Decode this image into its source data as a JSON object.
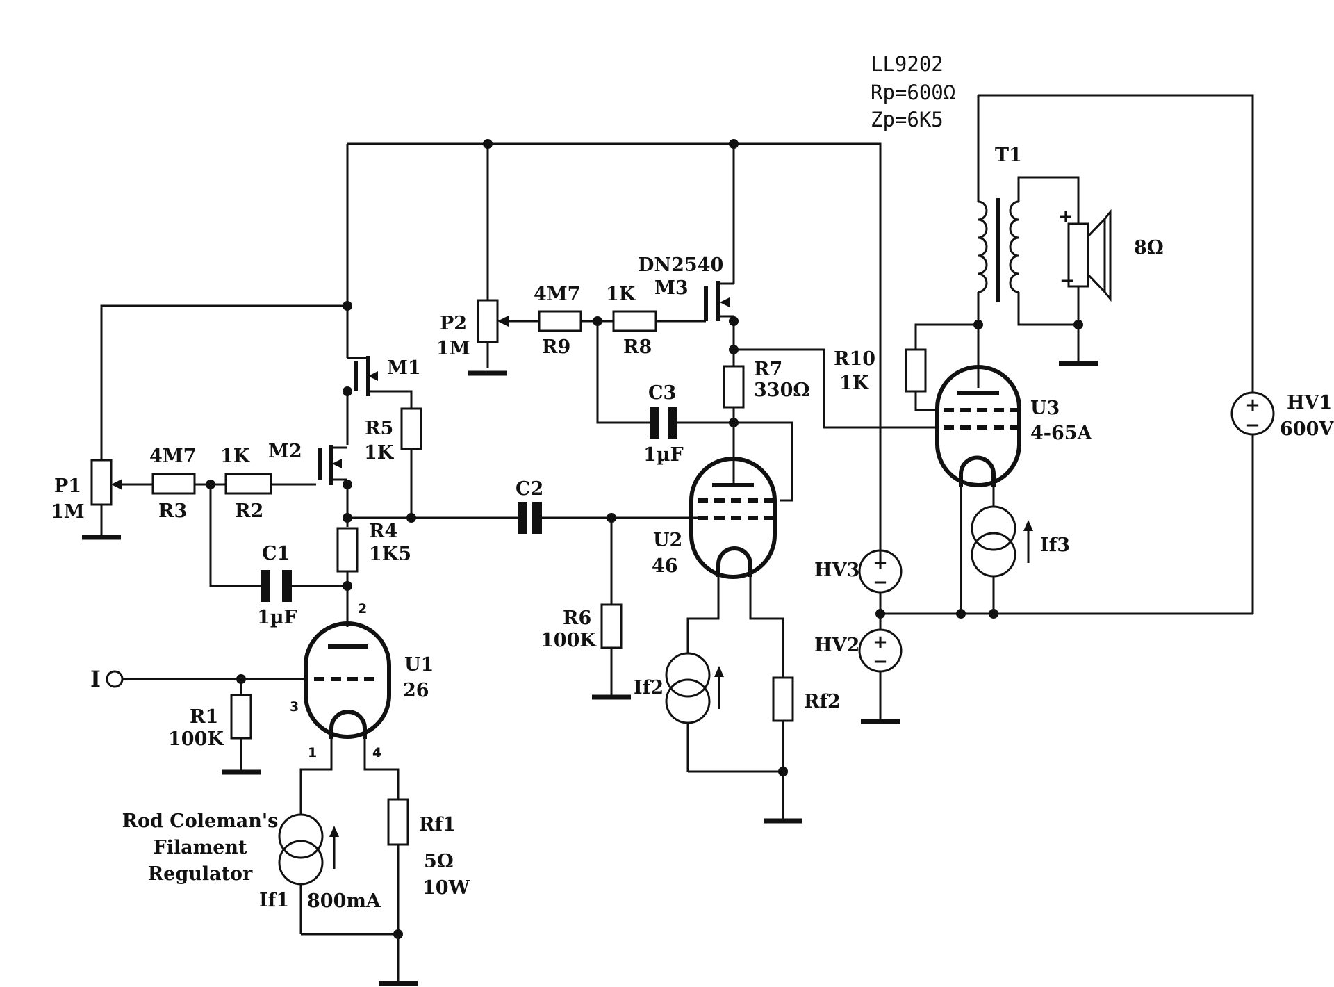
{
  "transformer": {
    "model": "LL9202",
    "rp": "Rp=600Ω",
    "zp": "Zp=6K5",
    "ref": "T1"
  },
  "speaker": {
    "impedance": "8Ω",
    "plus": "+",
    "minus": "−"
  },
  "mosfets": {
    "m1": {
      "ref": "M1"
    },
    "m2": {
      "ref": "M2"
    },
    "m3": {
      "part": "DN2540",
      "ref": "M3"
    }
  },
  "pots": {
    "p1": {
      "ref": "P1",
      "value": "1M"
    },
    "p2": {
      "ref": "P2",
      "value": "1M"
    }
  },
  "resistors": {
    "r1": {
      "ref": "R1",
      "value": "100K"
    },
    "r2": {
      "ref": "R2",
      "value": "1K"
    },
    "r3": {
      "ref": "R3",
      "value": "4M7"
    },
    "r4": {
      "ref": "R4",
      "value": "1K5"
    },
    "r5": {
      "ref": "R5",
      "value": "1K"
    },
    "r6": {
      "ref": "R6",
      "value": "100K"
    },
    "r7": {
      "ref": "R7",
      "value": "330Ω"
    },
    "r8": {
      "ref": "R8",
      "value": "1K"
    },
    "r9": {
      "ref": "R9",
      "value": "4M7"
    },
    "r10": {
      "ref": "R10",
      "value": "1K"
    },
    "rf1": {
      "ref": "Rf1",
      "value": "5Ω",
      "power": "10W"
    },
    "rf2": {
      "ref": "Rf2"
    }
  },
  "capacitors": {
    "c1": {
      "ref": "C1",
      "value": "1µF"
    },
    "c2": {
      "ref": "C2"
    },
    "c3": {
      "ref": "C3",
      "value": "1µF"
    }
  },
  "tubes": {
    "u1": {
      "ref": "U1",
      "type": "26",
      "pin_plate": "2",
      "pin_grid": "3",
      "pin_fil_a": "1",
      "pin_fil_b": "4"
    },
    "u2": {
      "ref": "U2",
      "type": "46"
    },
    "u3": {
      "ref": "U3",
      "type": "4-65A"
    }
  },
  "sources": {
    "if1": {
      "ref": "If1",
      "value": "800mA",
      "note_line1": "Rod Coleman's",
      "note_line2": "Filament",
      "note_line3": "Regulator"
    },
    "if2": {
      "ref": "If2"
    },
    "if3": {
      "ref": "If3"
    },
    "hv1": {
      "ref": "HV1",
      "value": "600V",
      "plus": "+",
      "minus": "−"
    },
    "hv2": {
      "ref": "HV2",
      "plus": "+",
      "minus": "−"
    },
    "hv3": {
      "ref": "HV3",
      "plus": "+",
      "minus": "−"
    }
  },
  "input": {
    "label": "I"
  }
}
